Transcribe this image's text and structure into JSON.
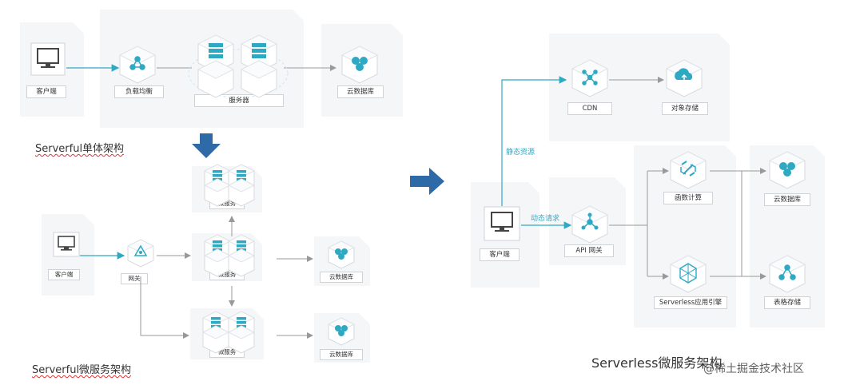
{
  "colors": {
    "accent": "#2ea9c4",
    "arrow_blue": "#2f6aa8",
    "line_gray": "#999999",
    "panel": "#f5f6f8"
  },
  "monolith": {
    "caption": "Serverful单体架构",
    "client": "客户端",
    "load_balancer": "负载均衡",
    "servers": "服务器",
    "database": "云数据库"
  },
  "microservices": {
    "caption": "Serverful微服务架构",
    "client": "客户端",
    "gateway": "网关",
    "service_top": "微服务",
    "service_mid": "微服务",
    "service_bottom": "微服务",
    "db_mid": "云数据库",
    "db_bottom": "云数据库"
  },
  "serverless": {
    "caption": "Serverless微服务架构",
    "client": "客户端",
    "static_label": "静态资源",
    "dynamic_label": "动态请求",
    "cdn": "CDN",
    "object_storage": "对象存储",
    "api_gateway": "API 网关",
    "function_compute": "函数计算",
    "app_engine": "Serverless应用引擎",
    "cloud_db": "云数据库",
    "table_storage": "表格存储"
  },
  "watermark": "@稀土掘金技术社区"
}
